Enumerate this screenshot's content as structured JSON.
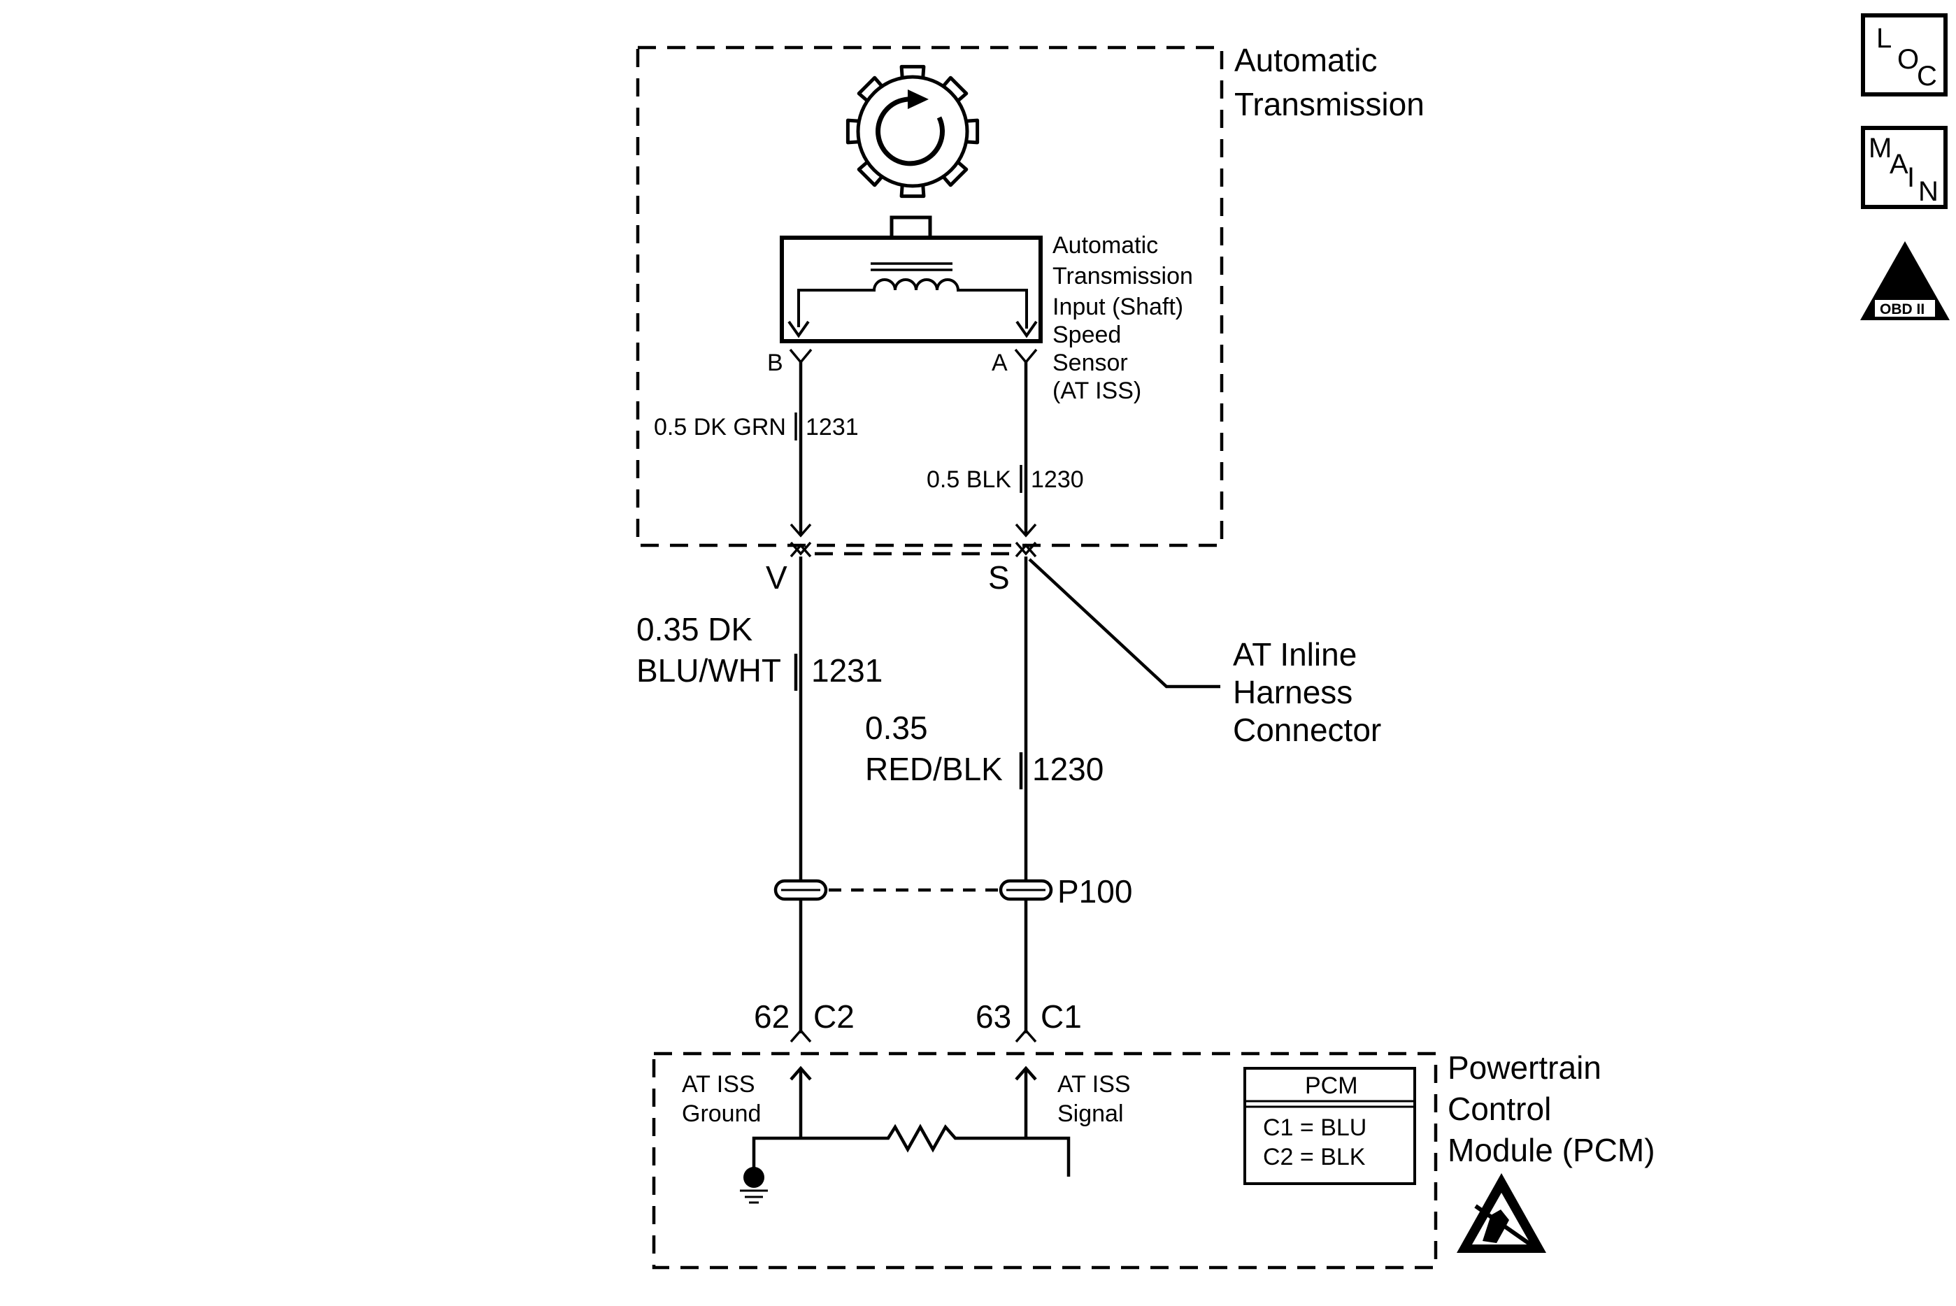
{
  "transmission": {
    "title_line1": "Automatic",
    "title_line2": "Transmission",
    "sensor_label": [
      "Automatic",
      "Transmission",
      "Input (Shaft)",
      "Speed",
      "Sensor",
      "(AT ISS)"
    ],
    "pin_b": "B",
    "pin_a": "A",
    "wire_left": "0.5 DK GRN",
    "wire_left_circuit": "1231",
    "wire_right": "0.5 BLK",
    "wire_right_circuit": "1230"
  },
  "inline_connector": {
    "pin_v": "V",
    "pin_s": "S",
    "label": [
      "AT Inline",
      "Harness",
      "Connector"
    ]
  },
  "harness": {
    "left_line1": "0.35 DK",
    "left_line2": "BLU/WHT",
    "left_circuit": "1231",
    "right_line1": "0.35",
    "right_line2": "RED/BLK",
    "right_circuit": "1230",
    "splice_label": "P100"
  },
  "pcm_connectors": {
    "left_pin": "62",
    "left_conn": "C2",
    "right_pin": "63",
    "right_conn": "C1"
  },
  "pcm": {
    "ground_label": [
      "AT ISS",
      "Ground"
    ],
    "signal_label": [
      "AT ISS",
      "Signal"
    ],
    "title": [
      "Powertrain",
      "Control",
      "Module (PCM)"
    ],
    "table_header": "PCM",
    "table_rows": [
      "C1 = BLU",
      "C2 = BLK"
    ]
  },
  "side_icons": {
    "loc": [
      "L",
      "O",
      "C"
    ],
    "main": [
      "M",
      "A",
      "I",
      "N"
    ],
    "obd": [
      "II",
      "OBD II"
    ]
  }
}
